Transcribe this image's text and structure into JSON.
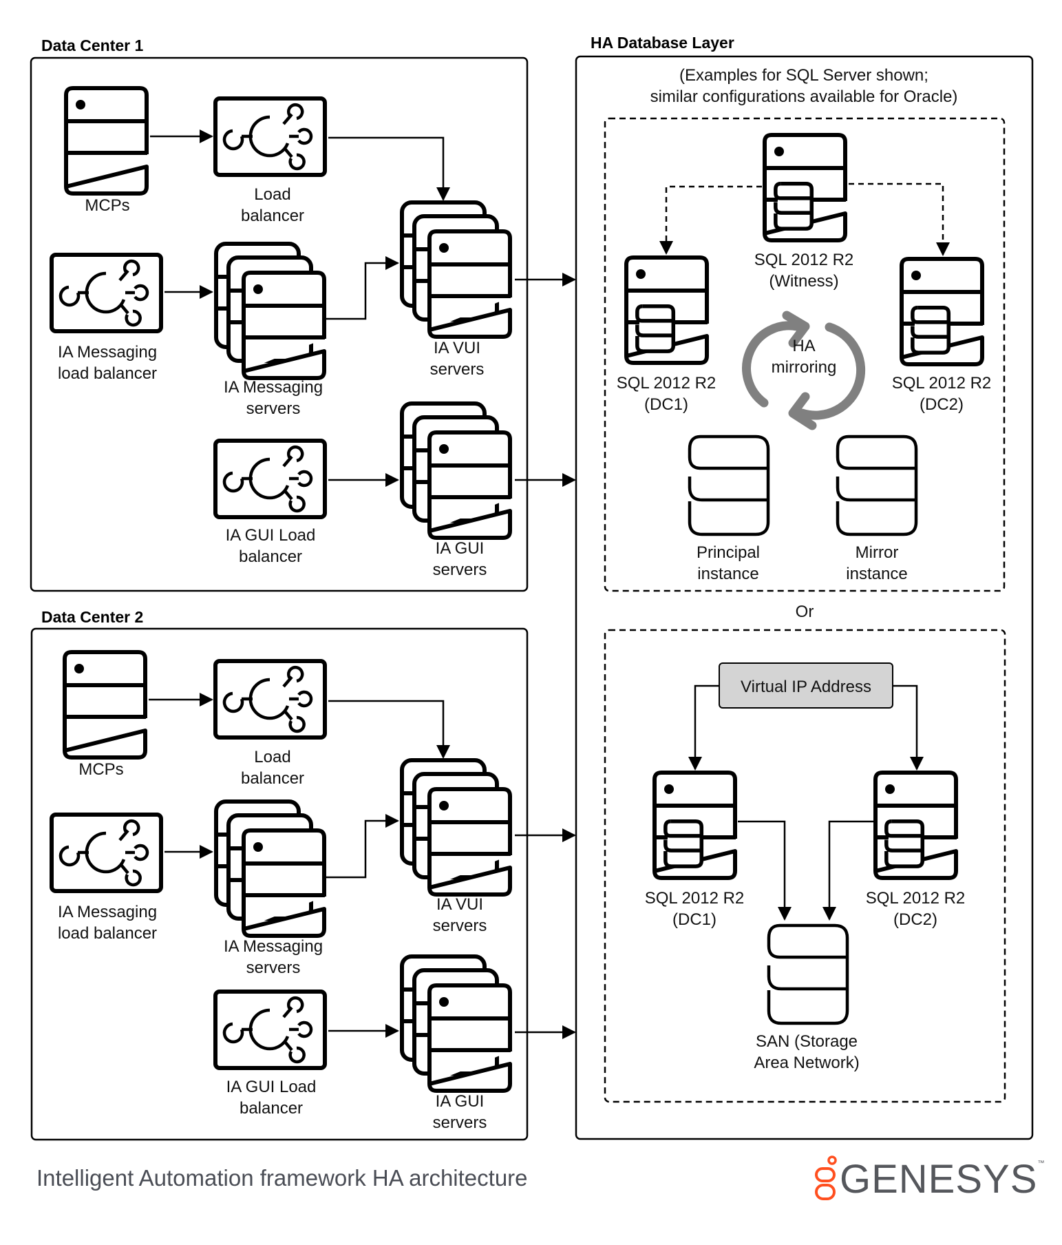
{
  "colors": {
    "line": "#000000",
    "caption": "#4a4d55",
    "vip_fill": "#d4d4d4",
    "mirror_arrows": "#808080",
    "logo_accent": "#ff4f1f",
    "logo_text": "#55575c"
  },
  "data_centers": [
    {
      "title": "Data Center 1",
      "mcps": {
        "label": "MCPs",
        "icon": "server-icon"
      },
      "load_balancer": {
        "line1": "Load",
        "line2": "balancer",
        "icon": "load-balancer-icon"
      },
      "msg_lb": {
        "line1": "IA Messaging",
        "line2": "load balancer",
        "icon": "load-balancer-icon"
      },
      "msg_servers": {
        "line1": "IA Messaging",
        "line2": "servers",
        "icon": "server-stack-icon"
      },
      "vui_servers": {
        "line1": "IA VUI",
        "line2": "servers",
        "icon": "server-stack-icon"
      },
      "gui_lb": {
        "line1": "IA GUI Load",
        "line2": "balancer",
        "icon": "load-balancer-icon"
      },
      "gui_servers": {
        "line1": "IA GUI",
        "line2": "servers",
        "icon": "server-stack-icon"
      }
    },
    {
      "title": "Data Center 2",
      "mcps": {
        "label": "MCPs",
        "icon": "server-icon"
      },
      "load_balancer": {
        "line1": "Load",
        "line2": "balancer",
        "icon": "load-balancer-icon"
      },
      "msg_lb": {
        "line1": "IA Messaging",
        "line2": "load balancer",
        "icon": "load-balancer-icon"
      },
      "msg_servers": {
        "line1": "IA Messaging",
        "line2": "servers",
        "icon": "server-stack-icon"
      },
      "vui_servers": {
        "line1": "IA VUI",
        "line2": "servers",
        "icon": "server-stack-icon"
      },
      "gui_lb": {
        "line1": "IA GUI Load",
        "line2": "balancer",
        "icon": "load-balancer-icon"
      },
      "gui_servers": {
        "line1": "IA GUI",
        "line2": "servers",
        "icon": "server-stack-icon"
      }
    }
  ],
  "ha_layer": {
    "title": "HA Database Layer",
    "note_line1": "(Examples for SQL Server shown;",
    "note_line2": "similar configurations available for Oracle)",
    "mirroring": {
      "witness": {
        "line1": "SQL 2012 R2",
        "line2": "(Witness)",
        "icon": "database-server-icon"
      },
      "dc1": {
        "line1": "SQL 2012 R2",
        "line2": "(DC1)",
        "icon": "database-server-icon"
      },
      "dc2": {
        "line1": "SQL 2012 R2",
        "line2": "(DC2)",
        "icon": "database-server-icon"
      },
      "cycle": {
        "line1": "HA",
        "line2": "mirroring",
        "icon": "sync-cycle-icon"
      },
      "principal": {
        "line1": "Principal",
        "line2": "instance",
        "icon": "database-icon"
      },
      "mirror": {
        "line1": "Mirror",
        "line2": "instance",
        "icon": "database-icon"
      }
    },
    "or_label": "Or",
    "cluster": {
      "vip": "Virtual IP Address",
      "dc1": {
        "line1": "SQL 2012 R2",
        "line2": "(DC1)",
        "icon": "database-server-icon"
      },
      "dc2": {
        "line1": "SQL 2012 R2",
        "line2": "(DC2)",
        "icon": "database-server-icon"
      },
      "san": {
        "line1": "SAN (Storage",
        "line2": "Area Network)",
        "icon": "database-icon"
      }
    }
  },
  "footer": {
    "caption": "Intelligent Automation framework HA architecture",
    "logo_text": "GENESYS",
    "logo_tm": "™"
  }
}
